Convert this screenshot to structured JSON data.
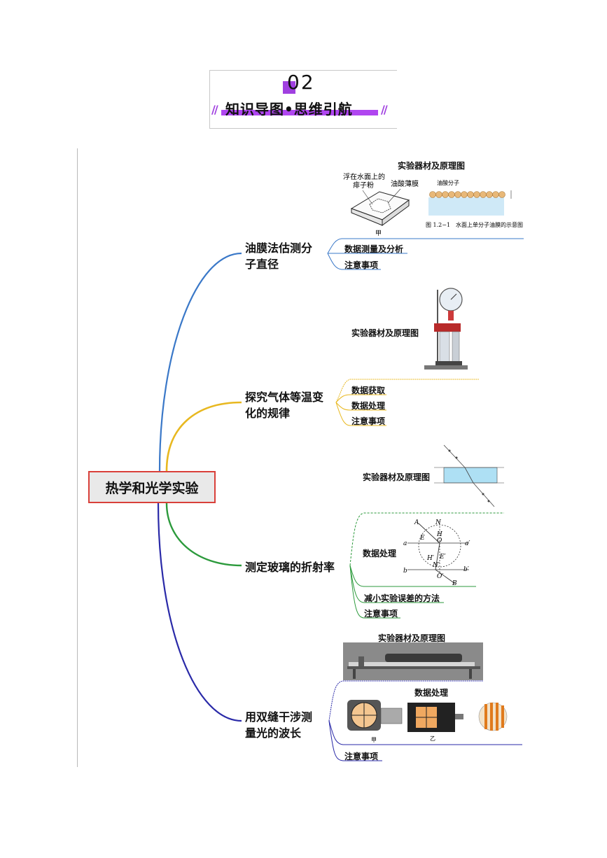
{
  "header": {
    "number": "02",
    "title": "知识导图•思维引航"
  },
  "root": {
    "label": "热学和光学实验"
  },
  "colors": {
    "blue": "#3a78c8",
    "yellow": "#e8b820",
    "green": "#2c9a3c",
    "indigo": "#2a2aa8",
    "accent": "#b046f0",
    "root_border": "#d9403a"
  },
  "branches": [
    {
      "title_lines": [
        "油膜法估测分",
        "子直径"
      ],
      "figure": {
        "title": "实验器材及原理图",
        "labels": [
          "浮在水面上的",
          "痱子粉",
          "油酸薄膜",
          "油酸分子",
          "甲"
        ],
        "caption": "图 1.2−1　水面上单分子油膜的示意图"
      },
      "leaves": [
        "数据测量及分析",
        "注意事项"
      ]
    },
    {
      "title_lines": [
        "探究气体等温变",
        "化的规律"
      ],
      "figure": {
        "title": "实验器材及原理图"
      },
      "leaves": [
        "数据获取",
        "数据处理",
        "注意事项"
      ]
    },
    {
      "title_lines": [
        "测定玻璃的折射率"
      ],
      "figure": {
        "title": "实验器材及原理图"
      },
      "data_item": {
        "title": "数据处理",
        "labels": [
          "A",
          "N",
          "E",
          "H",
          "O",
          "a",
          "a′",
          "H′",
          "E′",
          "N′",
          "b",
          "b′",
          "O′",
          "B"
        ]
      },
      "leaves": [
        "减小实验误差的方法",
        "注意事项"
      ]
    },
    {
      "title_lines": [
        "用双缝干涉测",
        "量光的波长"
      ],
      "figure": {
        "title": "实验器材及原理图"
      },
      "data_item": {
        "title": "数据处理",
        "labels": [
          "甲",
          "乙"
        ]
      },
      "leaves": [
        "注意事项"
      ]
    }
  ]
}
